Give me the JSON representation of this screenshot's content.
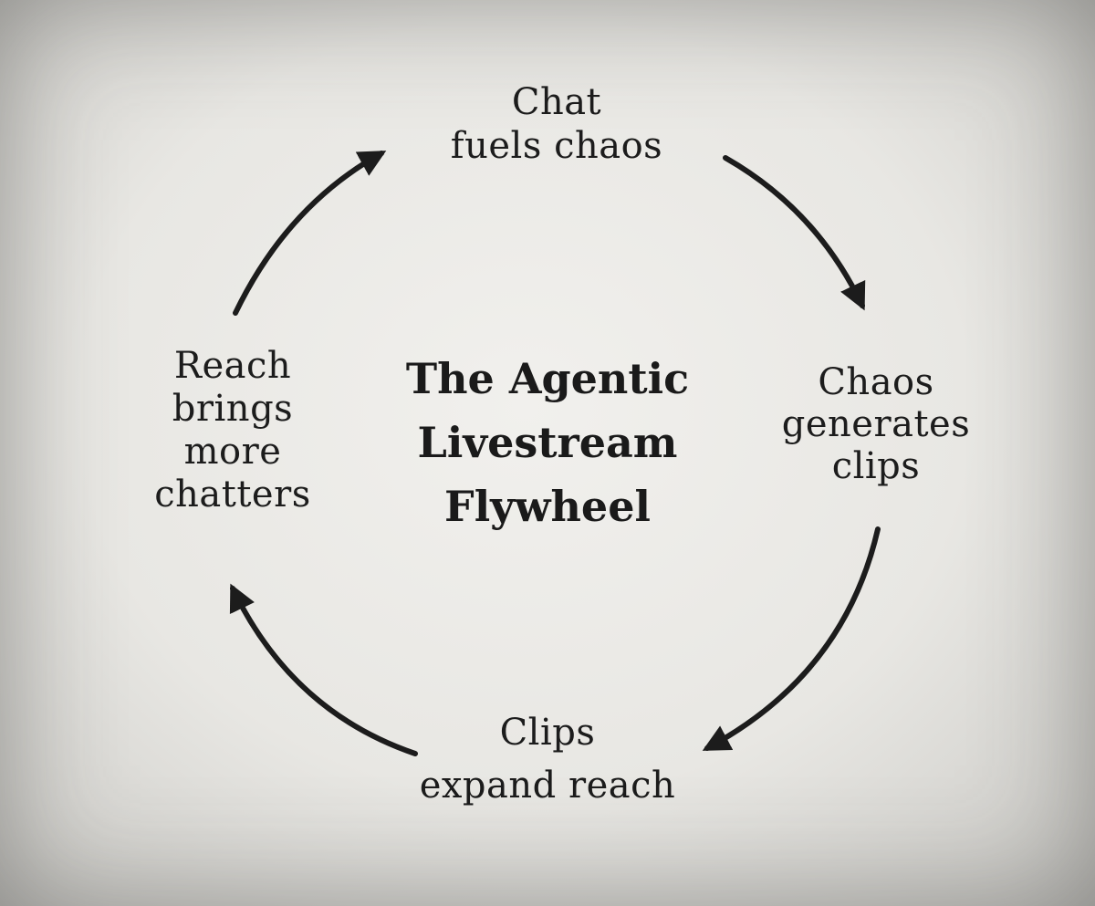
{
  "diagram": {
    "title": [
      "The Agentic",
      "Livestream",
      "Flywheel"
    ],
    "nodes": [
      {
        "id": "top",
        "lines": [
          "Chat",
          "fuels chaos"
        ]
      },
      {
        "id": "right",
        "lines": [
          "Chaos",
          "generates",
          "clips"
        ]
      },
      {
        "id": "bottom",
        "lines": [
          "Clips",
          "expand reach"
        ]
      },
      {
        "id": "left",
        "lines": [
          "Reach",
          "brings",
          "more",
          "chatters"
        ]
      }
    ],
    "edges": [
      {
        "from": "top",
        "to": "right"
      },
      {
        "from": "right",
        "to": "bottom"
      },
      {
        "from": "bottom",
        "to": "left"
      },
      {
        "from": "left",
        "to": "top"
      }
    ]
  },
  "colors": {
    "ink": "#1c1c1c",
    "paper": "#e9e8e4"
  }
}
